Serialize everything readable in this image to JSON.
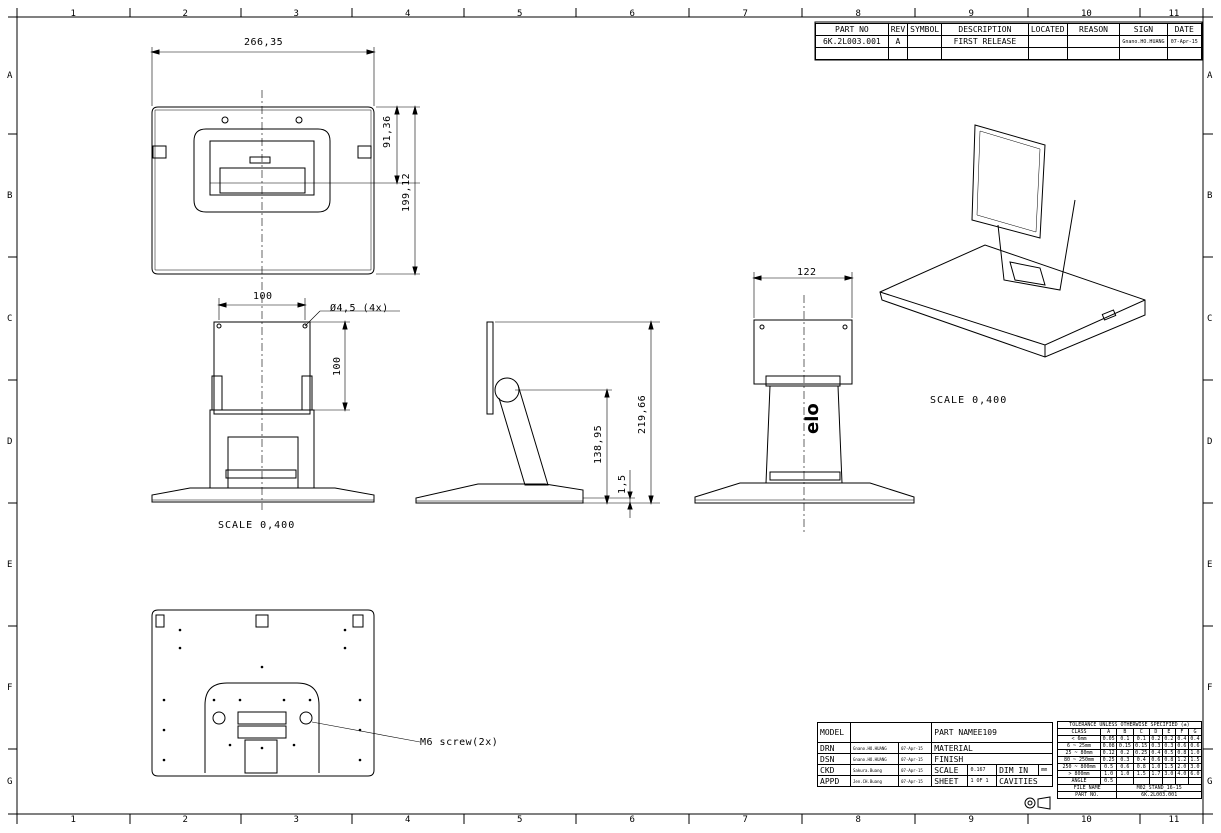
{
  "grid": {
    "top_numbers": [
      "1",
      "2",
      "3",
      "4",
      "5",
      "6",
      "7",
      "8",
      "9",
      "10",
      "11"
    ],
    "bottom_numbers": [
      "1",
      "2",
      "3",
      "4",
      "5",
      "6",
      "7",
      "8",
      "9",
      "10",
      "11"
    ],
    "left_letters": [
      "A",
      "B",
      "C",
      "D",
      "E",
      "F",
      "G"
    ],
    "right_letters": [
      "A",
      "B",
      "C",
      "D",
      "E",
      "F",
      "G"
    ]
  },
  "dimensions": {
    "top_width": "266,35",
    "top_inner_height": "91,36",
    "top_height": "199,12",
    "front_width": "100",
    "hole_callout": "Ø4,5 (4x)",
    "front_height": "100",
    "side_height_1": "138,95",
    "side_height_2": "219,66",
    "side_height_small": "1,5",
    "rear_width": "122",
    "screw_callout": "M6 screw(2x)"
  },
  "scales": {
    "iso": "SCALE  0,400",
    "views": "SCALE  0,400"
  },
  "logo": "elo",
  "revision": {
    "headers": [
      "PART NO",
      "REV",
      "SYMBOL",
      "DESCRIPTION",
      "LOCATED",
      "REASON",
      "SIGN",
      "DATE"
    ],
    "row": [
      "6K.2L003.001",
      "A",
      "",
      "FIRST RELEASE",
      "",
      "",
      "Gnano.HO.HUANG",
      "07-Apr-15"
    ]
  },
  "title_block": {
    "model_label": "MODEL",
    "model_value": "",
    "part_name_label": "PART NAME",
    "part_name_value": "E109",
    "rows": [
      {
        "label": "DRN",
        "name": "Gnano.HO.HUANG",
        "date": "07-Apr-15",
        "field": "MATERIAL",
        "value": ""
      },
      {
        "label": "DSN",
        "name": "Gnano.HO.HUANG",
        "date": "07-Apr-15",
        "field": "FINISH",
        "value": ""
      },
      {
        "label": "CKD",
        "name": "Sakura.Buang",
        "date": "07-Apr-15",
        "field": "SCALE",
        "value": "0.167"
      },
      {
        "label": "APPD",
        "name": "Jen.CH.Buang",
        "date": "07-Apr-15",
        "field": "SHEET",
        "value": "1 OF 1"
      }
    ],
    "dim_in_label": "DIM IN",
    "dim_in_value": "mm",
    "cavities_label": "CAVITIES",
    "cavities_value": ""
  },
  "tolerance": {
    "title": "TOLERANCE UNLESS OTHERWISE SPECIFIED (±)",
    "headers": [
      "CLASS",
      "A",
      "B",
      "C",
      "D",
      "E",
      "F",
      "G"
    ],
    "rows": [
      [
        "< 6mm",
        "0.05",
        "0.1",
        "0.1",
        "0.2",
        "0.2",
        "0.4",
        "0.4"
      ],
      [
        "6 ~ 25mm",
        "0.08",
        "0.15",
        "0.15",
        "0.3",
        "0.3",
        "0.6",
        "0.6"
      ],
      [
        "25 ~ 80mm",
        "0.12",
        "0.2",
        "0.25",
        "0.4",
        "0.5",
        "0.8",
        "1.0"
      ],
      [
        "80 ~ 250mm",
        "0.25",
        "0.3",
        "0.4",
        "0.6",
        "0.8",
        "1.2",
        "1.5"
      ],
      [
        "250 ~ 800mm",
        "0.5",
        "0.6",
        "0.8",
        "1.0",
        "1.5",
        "2.0",
        "3.0"
      ],
      [
        "> 800mm",
        "1.0",
        "1.0",
        "1.5",
        "1.7",
        "3.0",
        "4.0",
        "6.0"
      ],
      [
        "ANGLE",
        "0.5",
        "",
        "",
        "",
        "",
        "",
        ""
      ]
    ],
    "file_name_label": "FILE NAME",
    "file_name_value": "M02_STAND_16-15",
    "part_no_label": "PART NO.",
    "part_no_value": "6K.2L003.001"
  }
}
